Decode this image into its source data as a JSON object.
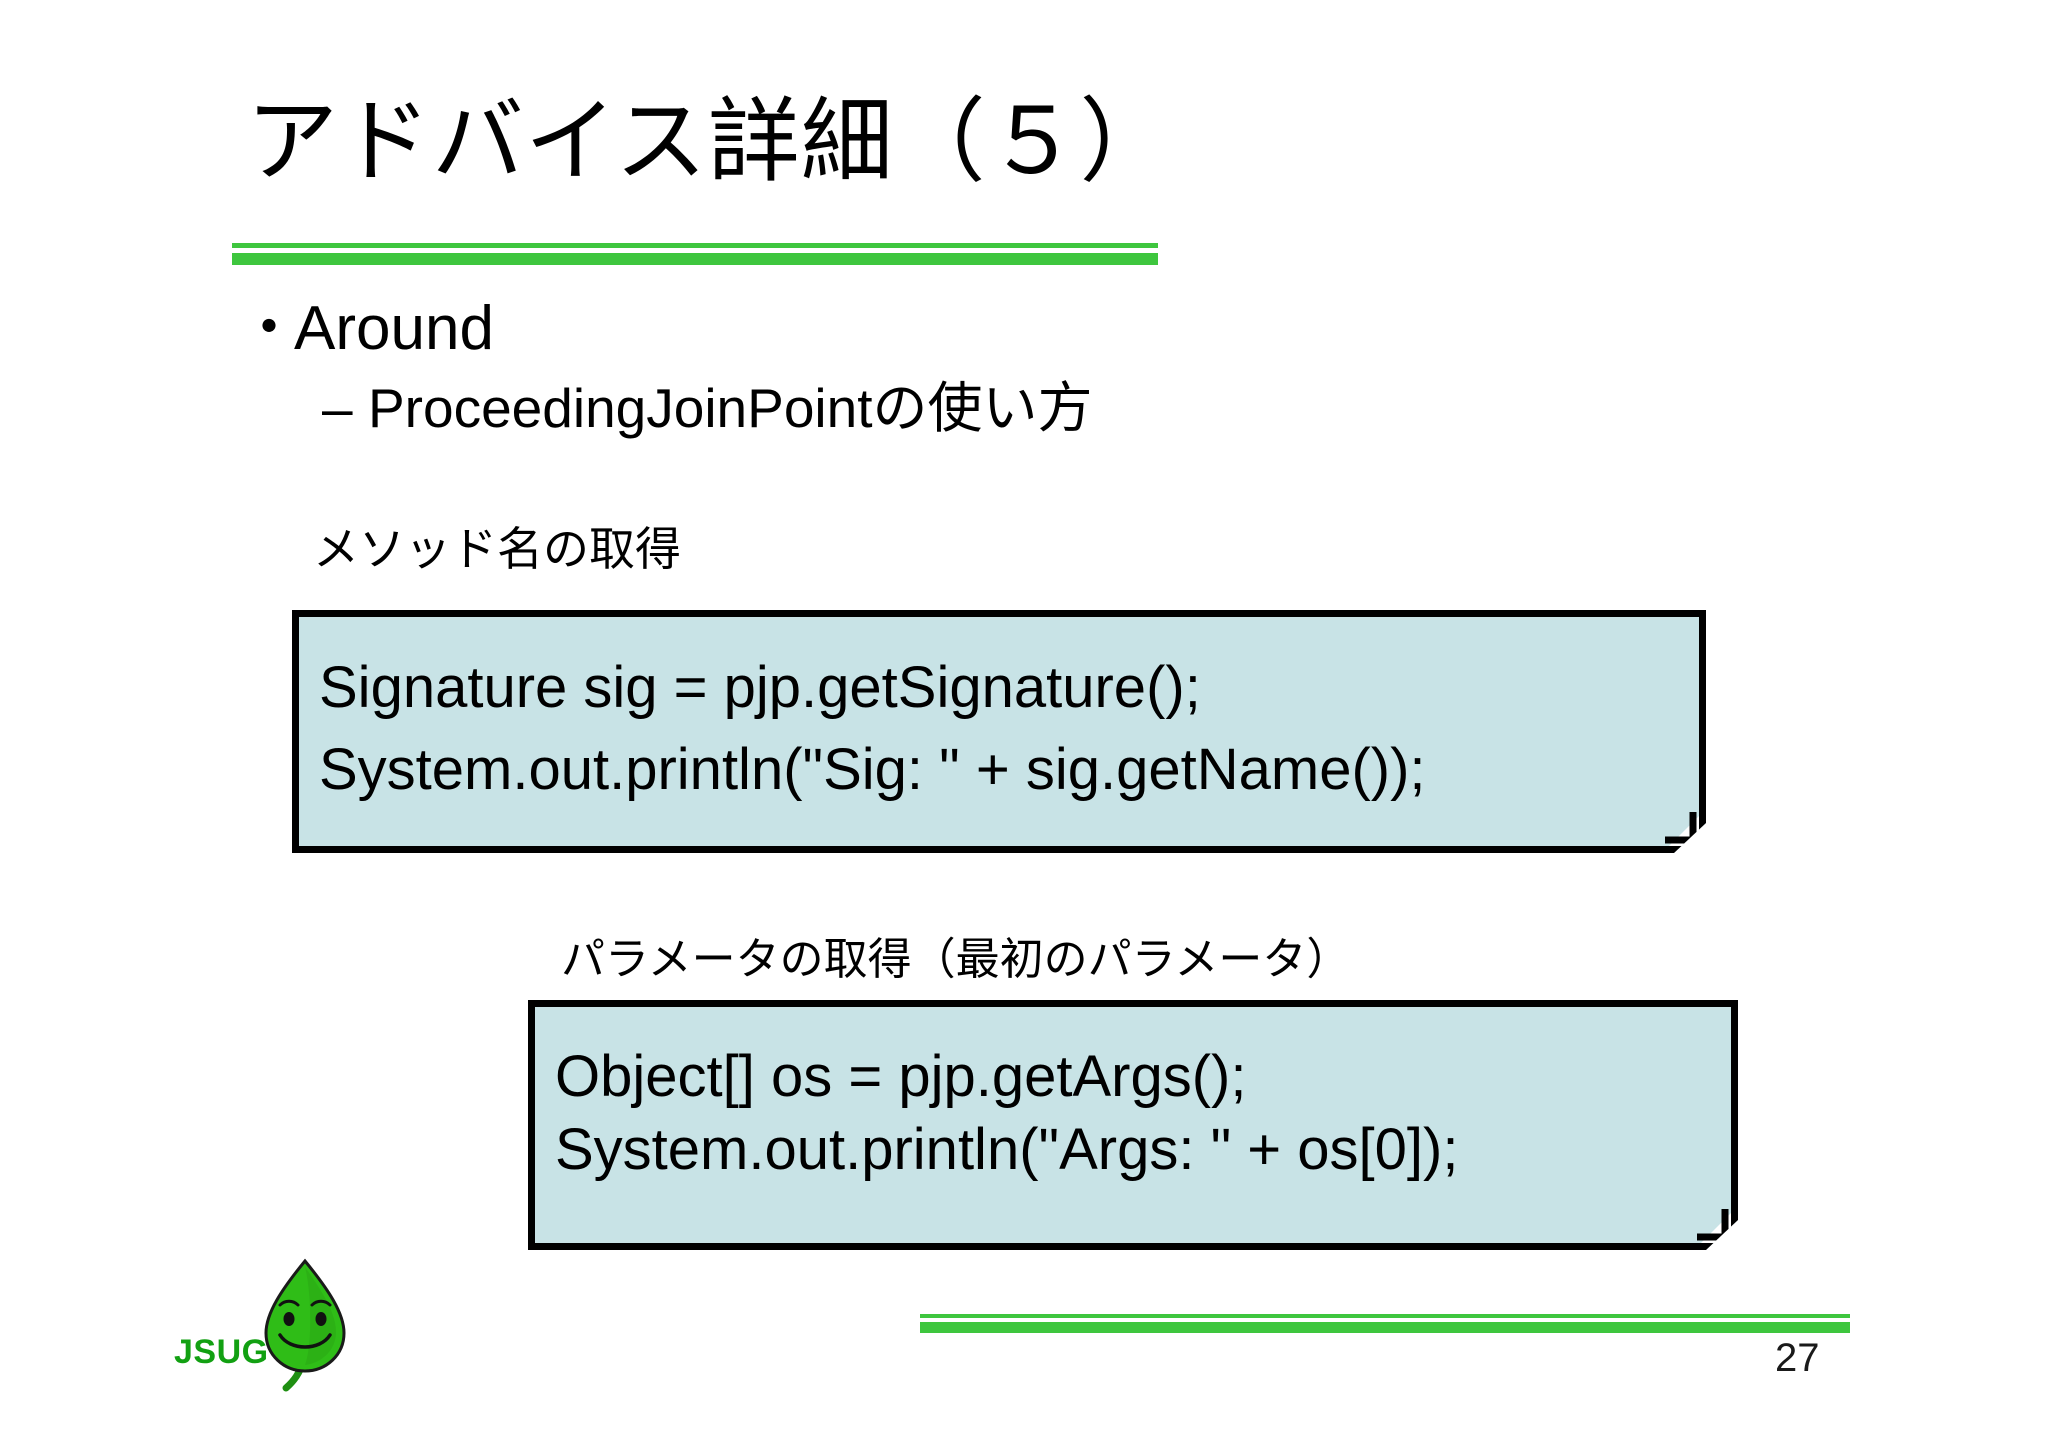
{
  "slide": {
    "title": "アドバイス詳細（５）",
    "page_number": "27",
    "accent_color": "#3ec63e",
    "code_box_fill": "#c8e3e6"
  },
  "bullets": {
    "level1": {
      "marker": "・",
      "text": "Around"
    },
    "level2": {
      "marker": "–",
      "text": "ProceedingJoinPointの使い方"
    }
  },
  "sections": [
    {
      "caption": "メソッド名の取得",
      "code_lines": [
        "Signature sig = pjp.getSignature();",
        "System.out.println(\"Sig: \" + sig.getName());"
      ]
    },
    {
      "caption": "パラメータの取得（最初のパラメータ）",
      "code_lines": [
        "Object[] os = pjp.getArgs();",
        "System.out.println(\"Args: \" + os[0]);"
      ]
    }
  ],
  "logo": {
    "text": "JSUG",
    "leaf_color": "#2fbd17",
    "text_color": "#12a012"
  }
}
